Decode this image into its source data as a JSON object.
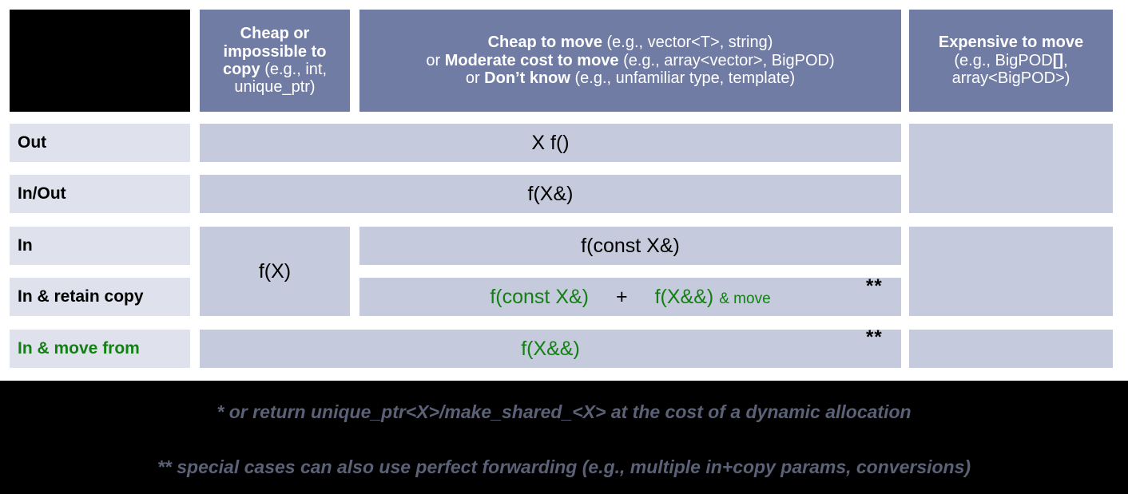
{
  "table": {
    "corner": {
      "label": ""
    },
    "column_headers": [
      {
        "id": "cheap-or-impossible-to-copy",
        "lines": [
          {
            "bold": "Cheap or",
            "rest": ""
          },
          {
            "bold": "impossible to",
            "rest": ""
          },
          {
            "bold": "copy",
            "rest": " (e.g., int,"
          },
          {
            "bold": "",
            "rest": "unique_ptr)"
          }
        ],
        "plain": "Cheap or impossible to copy (e.g., int, unique_ptr)"
      },
      {
        "id": "cheap-to-move",
        "lines": [
          {
            "bold": "Cheap to move",
            "rest": " (e.g., vector<T>, string)"
          },
          {
            "prefix": "or ",
            "bold": "Moderate cost to move",
            "rest": " (e.g., array<vector>, BigPOD)"
          },
          {
            "prefix": "or ",
            "bold": "Don’t know",
            "rest": " (e.g., unfamiliar type, template)"
          }
        ],
        "plain": "Cheap to move (e.g., vector<T>, string) or Moderate cost to move (e.g., array<vector>, BigPOD) or Don’t know (e.g., unfamiliar type, template)"
      },
      {
        "id": "expensive-to-move",
        "lines": [
          {
            "bold": "Expensive to move",
            "rest": ""
          },
          {
            "bold": "",
            "rest": "(e.g., BigPOD"
          },
          {
            "bold": "[],",
            "rest": ""
          },
          {
            "bold": "",
            "rest": "array<BigPOD>)"
          }
        ],
        "plain": "Expensive to move (e.g., BigPOD[], array<BigPOD>)"
      }
    ],
    "row_headers": [
      {
        "id": "out",
        "label": "Out",
        "color": "black"
      },
      {
        "id": "in-out",
        "label": "In/Out",
        "color": "black"
      },
      {
        "id": "in",
        "label": "In",
        "color": "black"
      },
      {
        "id": "in-retain-copy",
        "label": "In & retain copy",
        "color": "black"
      },
      {
        "id": "in-move-from",
        "label": "In & move from",
        "color": "green"
      }
    ],
    "cells": {
      "out_span": "X f()",
      "out_col4": "",
      "in_out_full": "f(X&)",
      "in_col1": "f(X)",
      "in_mid": "f(const X&)",
      "in_col4": "",
      "retain_copy_a": "f(const X&)",
      "retain_copy_plus": "+",
      "retain_copy_b": "f(X&&)",
      "retain_copy_b_suffix": "& move",
      "retain_copy_stars": "**",
      "move_from": "f(X&&)",
      "move_from_stars": "**",
      "move_from_col4": ""
    }
  },
  "footnotes": [
    {
      "id": "footnote-single-star",
      "text": "* or return unique_ptr<X>/make_shared_<X> at the cost of a dynamic allocation"
    },
    {
      "id": "footnote-double-star",
      "text": "** special cases can also use perfect forwarding (e.g., multiple in+copy params, conversions)"
    }
  ],
  "colors": {
    "header_blue": "#707CA4",
    "cell_fill": "#C5CADC",
    "row_header_fill": "#DFE2EC",
    "green": "#128012",
    "footer_black": "#000000",
    "footnote_gray": "#5B6176"
  }
}
